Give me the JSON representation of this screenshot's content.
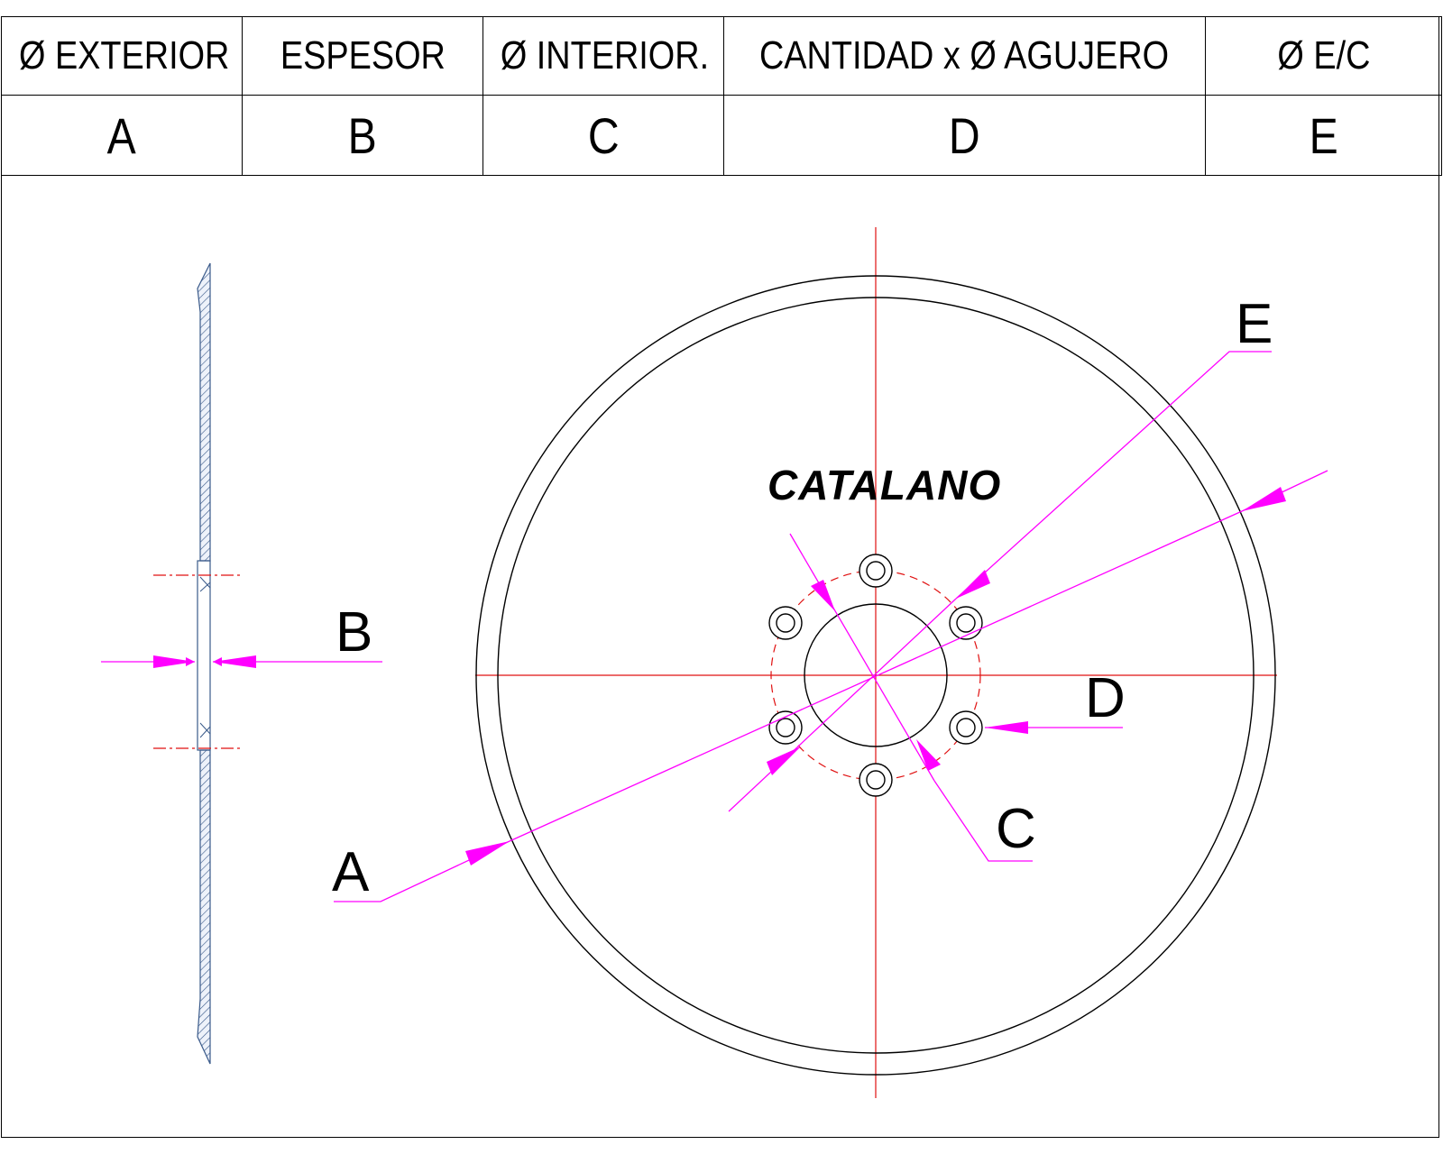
{
  "table": {
    "headers": [
      "Ø EXTERIOR",
      "ESPESOR",
      "Ø INTERIOR.",
      "CANTIDAD x Ø AGUJERO",
      "Ø E/C"
    ],
    "letters": [
      "A",
      "B",
      "C",
      "D",
      "E"
    ]
  },
  "drawing": {
    "brand": "CATALANO",
    "labels": {
      "a": "A",
      "b": "B",
      "c": "C",
      "d": "D",
      "e": "E"
    },
    "colors": {
      "line": "#000000",
      "centerline": "#e01010",
      "dimension": "#ff00ff",
      "hatch": "#3a5a8a"
    },
    "hole_count": 6
  }
}
